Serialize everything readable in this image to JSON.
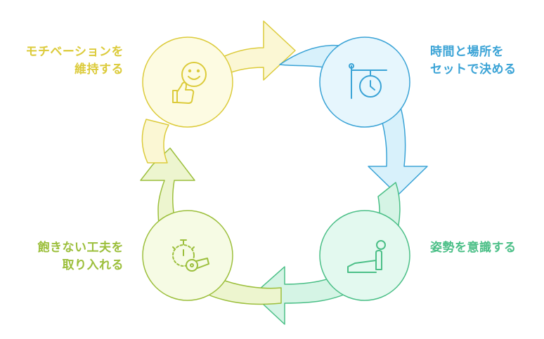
{
  "colors": {
    "yellow": "#dccb3b",
    "yellow_fill": "#fbf7d4",
    "yellow_circle": "#fdfbe2",
    "blue": "#3aa3d6",
    "blue_fill": "#d8f1fb",
    "blue_circle": "#e6f6fd",
    "green": "#4bbf87",
    "green_fill": "#d5f4e5",
    "green_circle": "#e3f9ef",
    "lime": "#9cbf3c",
    "lime_fill": "#edf5cf",
    "lime_circle": "#f6fbe4"
  },
  "steps": [
    {
      "id": "yellow",
      "line1": "モチベーションを",
      "line2": "維持する",
      "icon": "thumbs-up-smile-icon"
    },
    {
      "id": "blue",
      "line1": "時間と場所を",
      "line2": "セットで決める",
      "icon": "clock-schedule-icon"
    },
    {
      "id": "green",
      "line1": "姿勢を意識する",
      "line2": "",
      "icon": "posture-person-icon"
    },
    {
      "id": "lime",
      "line1": "飽きない工夫を",
      "line2": "取り入れる",
      "icon": "stopwatch-whistle-icon"
    }
  ]
}
